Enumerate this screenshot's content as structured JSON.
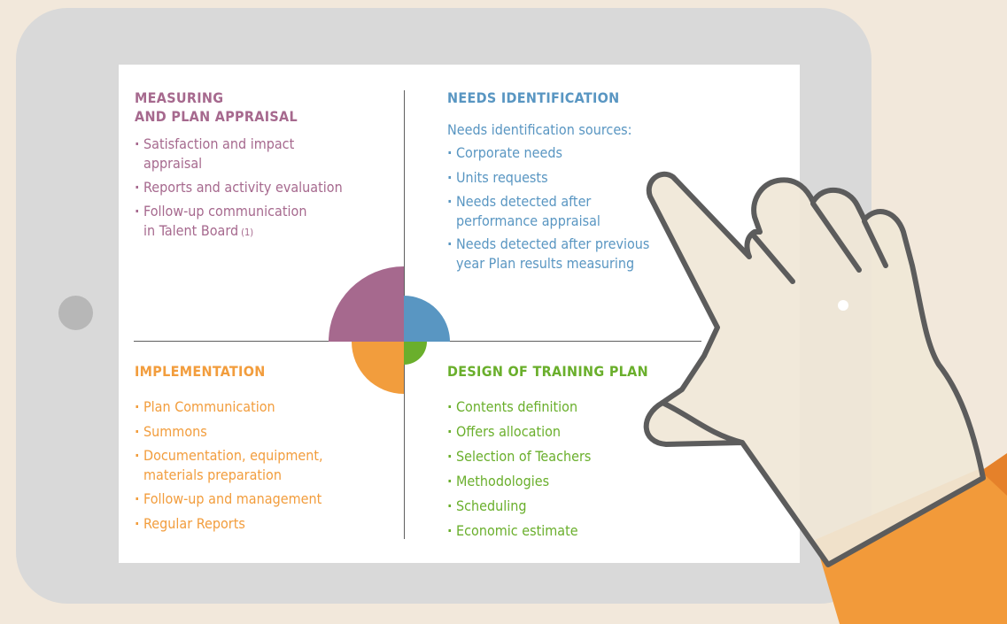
{
  "colors": {
    "background": "#f2e8db",
    "tablet": "#d9d9d9",
    "home_button": "#b7b7b7",
    "measuring": "#a6698e",
    "needs": "#5996c2",
    "implementation": "#f29d3d",
    "design": "#6aaf2c",
    "hand_fill": "#f0e7d7",
    "hand_outline": "#5c5c5c",
    "sleeve_light": "#f29a3a",
    "sleeve_dark": "#e5812a"
  },
  "quadrants": {
    "measuring": {
      "title_line1": "MEASURING",
      "title_line2": "AND PLAN APPRAISAL",
      "items": [
        {
          "line1": "Satisfaction and impact",
          "line2": "appraisal"
        },
        {
          "line1": "Reports and activity evaluation"
        },
        {
          "line1": "Follow-up communication",
          "line2": "in Talent Board",
          "ref": "(1)"
        }
      ]
    },
    "needs": {
      "title": "NEEDS IDENTIFICATION",
      "intro": "Needs identification sources:",
      "items": [
        {
          "line1": "Corporate needs"
        },
        {
          "line1": "Units requests"
        },
        {
          "line1": "Needs detected after",
          "line2": "performance appraisal"
        },
        {
          "line1": "Needs detected after previous",
          "line2": "year Plan results measuring"
        }
      ]
    },
    "implementation": {
      "title": "IMPLEMENTATION",
      "items": [
        {
          "line1": "Plan Communication"
        },
        {
          "line1": "Summons"
        },
        {
          "line1": "Documentation, equipment,",
          "line2": "materials preparation"
        },
        {
          "line1": "Follow-up and management"
        },
        {
          "line1": "Regular Reports"
        }
      ]
    },
    "design": {
      "title": "DESIGN OF TRAINING PLAN",
      "items": [
        {
          "line1": "Contents definition"
        },
        {
          "line1": "Offers allocation"
        },
        {
          "line1": "Selection of Teachers"
        },
        {
          "line1": "Methodologies"
        },
        {
          "line1": "Scheduling"
        },
        {
          "line1": "Economic estimate"
        }
      ]
    }
  },
  "icons": {
    "pointer": "hand-pointer-icon",
    "home": "home-button-icon"
  }
}
